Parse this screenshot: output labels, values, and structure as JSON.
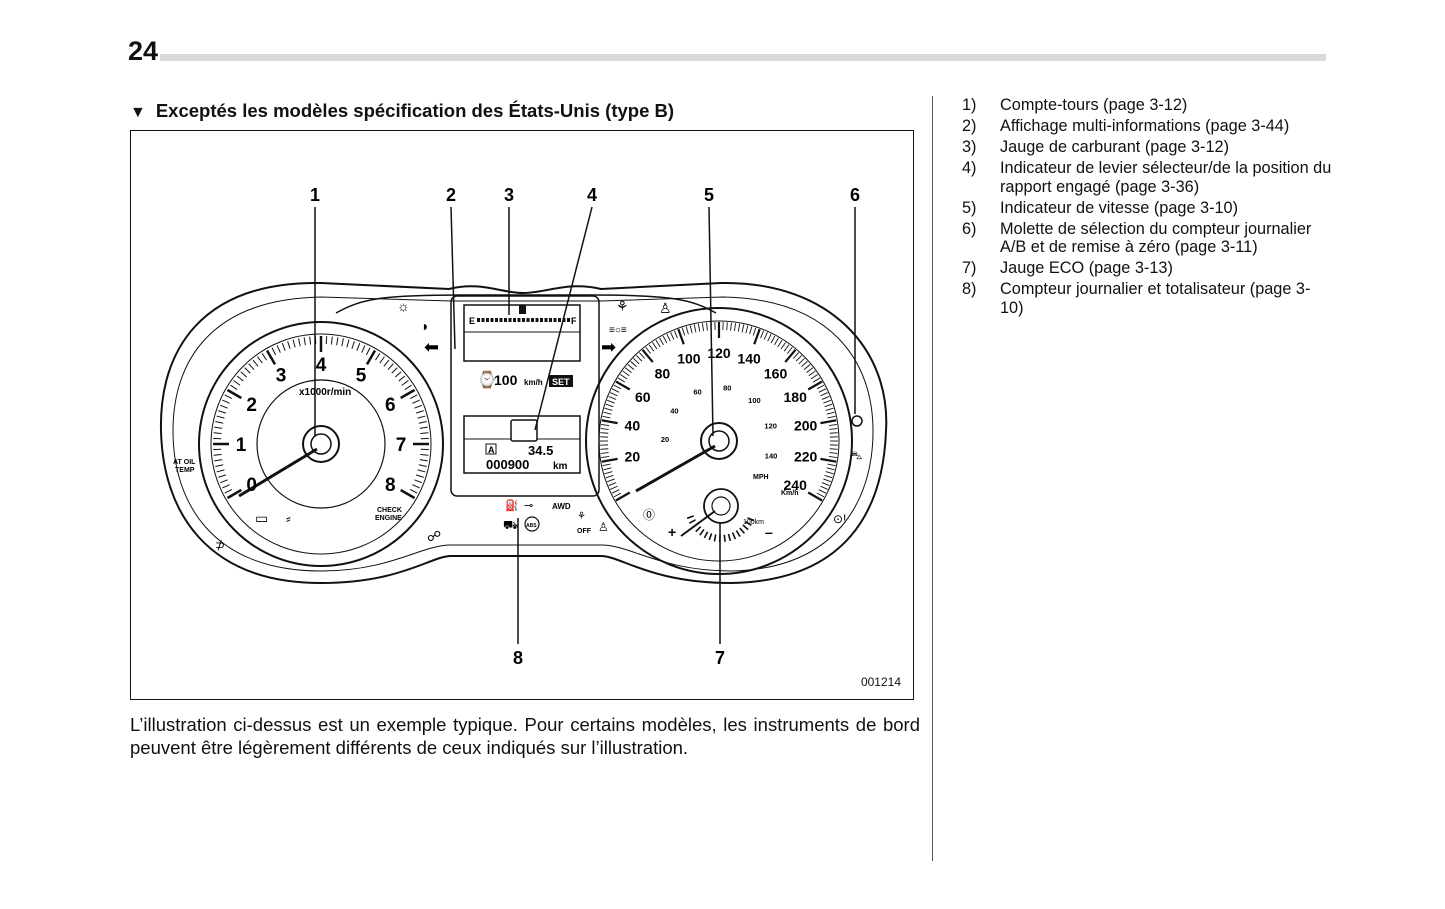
{
  "page": {
    "number": "24"
  },
  "section": {
    "marker": "▼",
    "heading": "Exceptés les modèles spécification des États-Unis (type B)"
  },
  "figure": {
    "code": "001214",
    "callouts": [
      "1",
      "2",
      "3",
      "4",
      "5",
      "6",
      "7",
      "8"
    ],
    "tachometer": {
      "numbers": [
        "0",
        "1",
        "2",
        "3",
        "4",
        "5",
        "6",
        "7",
        "8"
      ],
      "unit": "x1000r/min",
      "warning_labels": {
        "at_oil_temp_1": "AT OIL",
        "at_oil_temp_2": "TEMP",
        "check_engine_1": "CHECK",
        "check_engine_2": "ENGINE"
      }
    },
    "display": {
      "fuel_empty": "E",
      "fuel_full": "F",
      "cruise_speed": "100",
      "cruise_unit": "km/h",
      "set_label": "SET",
      "trip_letter": "A",
      "trip_value": "34.5",
      "odometer": "000900",
      "odometer_unit": "km",
      "awd_label": "AWD",
      "abs_label": "ABS",
      "off_label": "OFF"
    },
    "speedometer": {
      "kmh_numbers": [
        "20",
        "40",
        "60",
        "80",
        "100",
        "120",
        "140",
        "160",
        "180",
        "200",
        "220",
        "240"
      ],
      "mph_numbers": [
        "20",
        "40",
        "60",
        "80",
        "100",
        "120",
        "140"
      ],
      "mph_label": "MPH",
      "kmh_label": "Km/h",
      "eco_label": "100km",
      "plus": "+",
      "minus": "–"
    }
  },
  "caption": "L’illustration ci-dessus est un exemple typique. Pour certains modèles, les instruments de bord peuvent être légèrement différents de ceux indiqués sur l’illustration.",
  "legend": [
    {
      "num": "1)",
      "text": "Compte-tours (page 3-12)"
    },
    {
      "num": "2)",
      "text": "Affichage multi-informations (page 3-44)"
    },
    {
      "num": "3)",
      "text": "Jauge de carburant (page 3-12)"
    },
    {
      "num": "4)",
      "text": "Indicateur de levier sélecteur/de la position du rapport engagé (page 3-36)"
    },
    {
      "num": "5)",
      "text": "Indicateur de vitesse (page 3-10)"
    },
    {
      "num": "6)",
      "text": "Molette de sélection du compteur journalier A/B et de remise à zéro (page 3-11)"
    },
    {
      "num": "7)",
      "text": "Jauge ECO (page 3-13)"
    },
    {
      "num": "8)",
      "text": "Compteur journalier et totalisateur (page 3-10)"
    }
  ]
}
